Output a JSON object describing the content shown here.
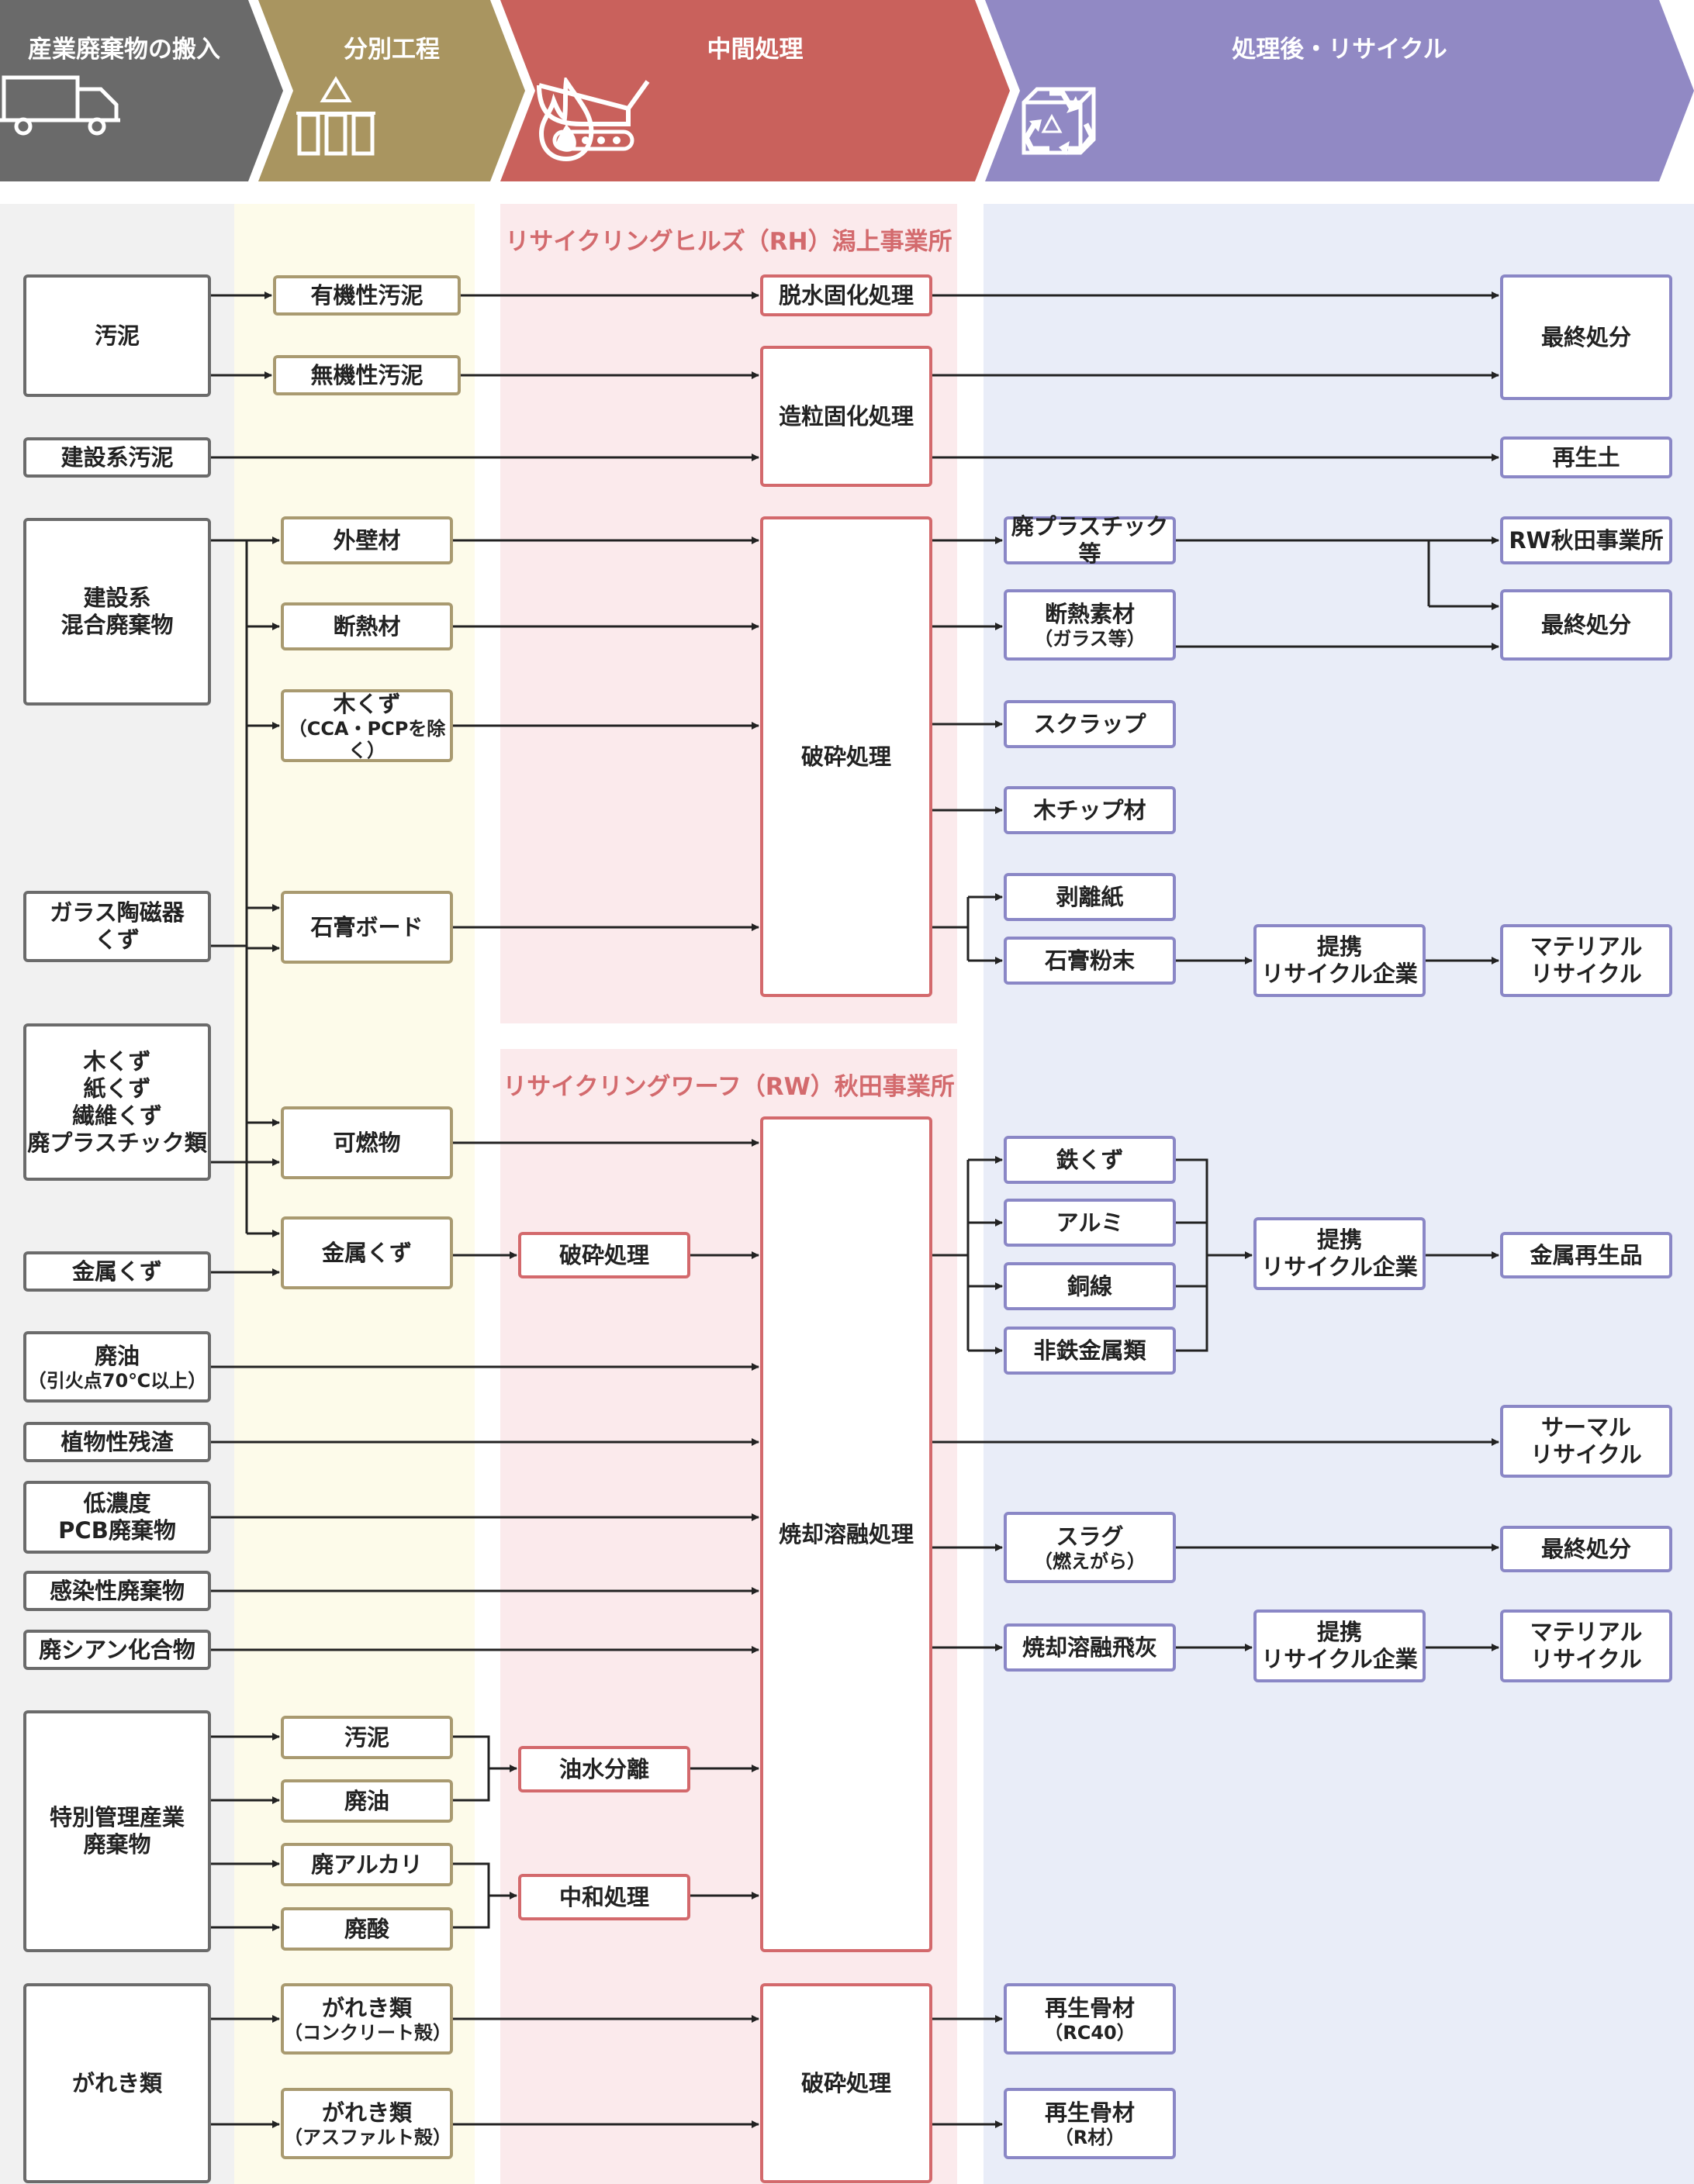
{
  "header": {
    "steps": [
      {
        "label": "産業廃棄物の搬入",
        "color": "#6a6a6a",
        "icons": [
          "truck-icon"
        ]
      },
      {
        "label": "分別工程",
        "color": "#a99560",
        "icons": [
          "sorting-bins-icon"
        ]
      },
      {
        "label": "中間処理",
        "color": "#c9615c",
        "icons": [
          "fire-icon",
          "crusher-icon"
        ]
      },
      {
        "label": "処理後・リサイクル",
        "color": "#9189c4",
        "icons": [
          "recycle-box-icon",
          "recycle-icon"
        ]
      }
    ]
  },
  "sections": {
    "rh": "リサイクリングヒルズ（RH）潟上事業所",
    "rw": "リサイクリングワーフ（RW）秋田事業所"
  },
  "colors": {
    "source_col": "#f1f1f1",
    "sorting_col": "#fdfbea",
    "process_col": "#fbeaec",
    "output_col": "#e9edf8",
    "arrow": "#222222"
  },
  "nodes": {
    "s_odei": {
      "text": "汚泥"
    },
    "s_kensetsu_odei": {
      "text": "建設系汚泥"
    },
    "s_kongou": {
      "text": "建設系\n混合廃棄物"
    },
    "s_glass": {
      "text": "ガラス陶磁器\nくず"
    },
    "s_kikuzu": {
      "text": "木くず\n紙くず\n繊維くず\n廃プラスチック類"
    },
    "s_kinzoku": {
      "text": "金属くず"
    },
    "s_haiyu": {
      "text": "廃油",
      "sub": "（引火点70℃以上）"
    },
    "s_shokubutsu": {
      "text": "植物性残渣"
    },
    "s_pcb": {
      "text": "低濃度\nPCB廃棄物"
    },
    "s_kansen": {
      "text": "感染性廃棄物"
    },
    "s_cyan": {
      "text": "廃シアン化合物"
    },
    "s_tokubetsu": {
      "text": "特別管理産業\n廃棄物"
    },
    "s_gareki": {
      "text": "がれき類"
    },
    "p_yuki": {
      "text": "有機性汚泥"
    },
    "p_muki": {
      "text": "無機性汚泥"
    },
    "p_gaiheki": {
      "text": "外壁材"
    },
    "p_dannetsu": {
      "text": "断熱材"
    },
    "p_kikuzu": {
      "text": "木くず",
      "sub": "（CCA・PCPを除く）"
    },
    "p_sekko": {
      "text": "石膏ボード"
    },
    "p_kanen": {
      "text": "可燃物"
    },
    "p_kinzoku": {
      "text": "金属くず"
    },
    "p_odei2": {
      "text": "汚泥"
    },
    "p_haiyu2": {
      "text": "廃油"
    },
    "p_alkali": {
      "text": "廃アルカリ"
    },
    "p_haisan": {
      "text": "廃酸"
    },
    "p_gareki_con": {
      "text": "がれき類",
      "sub": "（コンクリート殻）"
    },
    "p_gareki_asp": {
      "text": "がれき類",
      "sub": "（アスファルト殻）"
    },
    "m_hasai_small": {
      "text": "破砕処理"
    },
    "m_yusui": {
      "text": "油水分離"
    },
    "m_chuwa": {
      "text": "中和処理"
    },
    "m_dassui": {
      "text": "脱水固化処理"
    },
    "m_zoryu": {
      "text": "造粒固化処理"
    },
    "m_hasai_rh": {
      "text": "破砕処理"
    },
    "m_shokyaku": {
      "text": "焼却溶融処理"
    },
    "m_hasai_gareki": {
      "text": "破砕処理"
    },
    "o_haipla": {
      "text": "廃プラスチック等"
    },
    "o_dannetsu": {
      "text": "断熱素材",
      "sub": "（ガラス等）"
    },
    "o_scrap": {
      "text": "スクラップ"
    },
    "o_chip": {
      "text": "木チップ材"
    },
    "o_hakurishi": {
      "text": "剥離紙"
    },
    "o_sekko_funmatsu": {
      "text": "石膏粉末"
    },
    "o_tekkuzu": {
      "text": "鉄くず"
    },
    "o_alumi": {
      "text": "アルミ"
    },
    "o_dousen": {
      "text": "銅線"
    },
    "o_hitetsu": {
      "text": "非鉄金属類"
    },
    "o_slag": {
      "text": "スラグ",
      "sub": "（燃えがら）"
    },
    "o_hibai": {
      "text": "焼却溶融飛灰"
    },
    "o_kotsuzai_rc": {
      "text": "再生骨材",
      "sub": "（RC40）"
    },
    "o_kotsuzai_r": {
      "text": "再生骨材",
      "sub": "（R材）"
    },
    "t_teikei1": {
      "text": "提携\nリサイクル企業"
    },
    "t_teikei2": {
      "text": "提携\nリサイクル企業"
    },
    "t_teikei3": {
      "text": "提携\nリサイクル企業"
    },
    "f_saishu1": {
      "text": "最終処分"
    },
    "f_saiseido": {
      "text": "再生土"
    },
    "f_rw": {
      "text": "RW秋田事業所"
    },
    "f_saishu2": {
      "text": "最終処分"
    },
    "f_material1": {
      "text": "マテリアル\nリサイクル"
    },
    "f_kinzoku_saisei": {
      "text": "金属再生品"
    },
    "f_thermal": {
      "text": "サーマル\nリサイクル"
    },
    "f_saishu3": {
      "text": "最終処分"
    },
    "f_material2": {
      "text": "マテリアル\nリサイクル"
    }
  }
}
